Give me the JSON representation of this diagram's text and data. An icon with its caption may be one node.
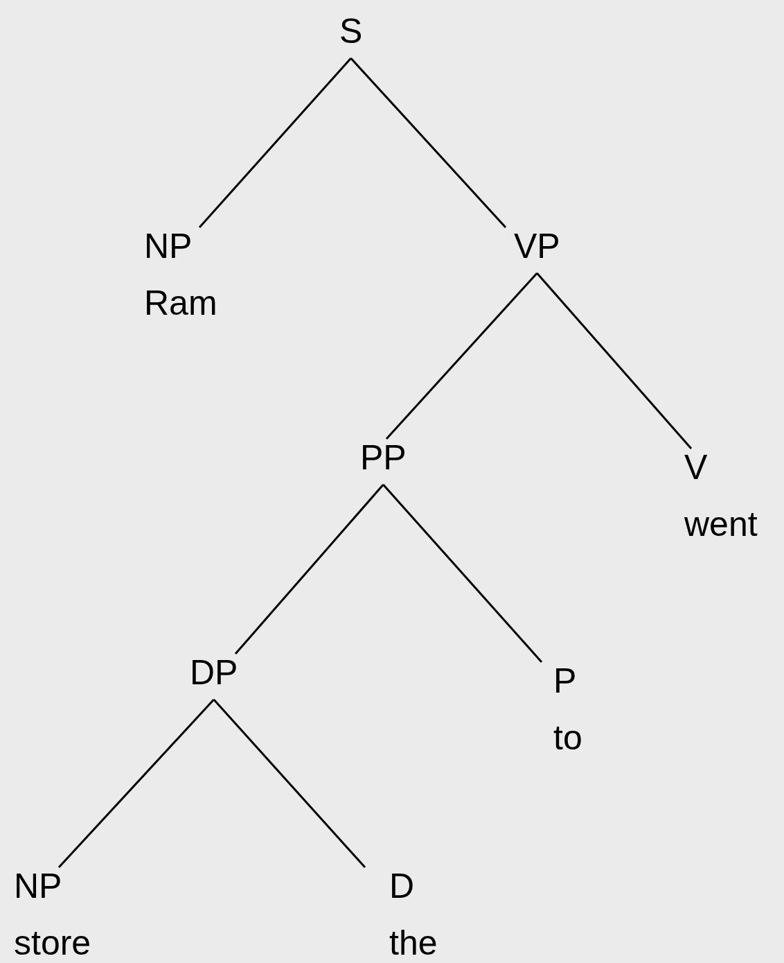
{
  "diagram": {
    "nodes": [
      {
        "text": [
          "S"
        ]
      },
      {
        "text": [
          "NP",
          "Ram"
        ]
      },
      {
        "text": [
          "VP"
        ]
      },
      {
        "text": [
          "PP"
        ]
      },
      {
        "text": [
          "V",
          "went"
        ]
      },
      {
        "text": [
          "DP"
        ]
      },
      {
        "text": [
          "P",
          "to"
        ]
      },
      {
        "text": [
          "NP",
          "store"
        ]
      },
      {
        "text": [
          "D",
          "the"
        ]
      }
    ],
    "edges": [
      {
        "from": 0,
        "to": 1,
        "arrow": "none"
      },
      {
        "from": 0,
        "to": 2,
        "arrow": "none"
      },
      {
        "from": 2,
        "to": 3,
        "arrow": "none"
      },
      {
        "from": 2,
        "to": 4,
        "arrow": "none"
      },
      {
        "from": 3,
        "to": 5,
        "arrow": "none"
      },
      {
        "from": 3,
        "to": 6,
        "arrow": "none"
      },
      {
        "from": 5,
        "to": 7,
        "arrow": "none"
      },
      {
        "from": 5,
        "to": 8,
        "arrow": "none"
      }
    ]
  }
}
